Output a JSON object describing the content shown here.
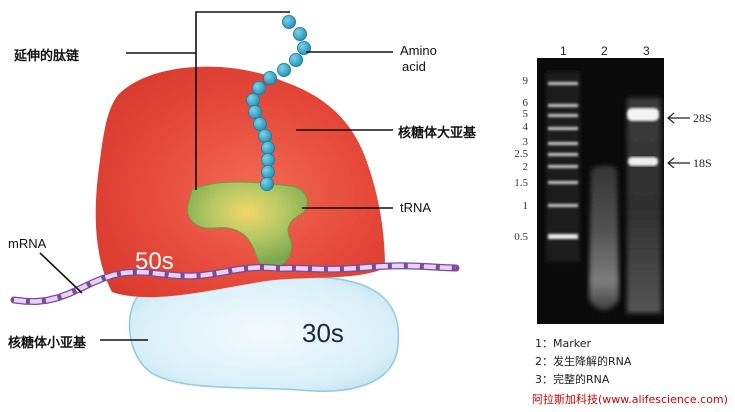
{
  "ribosome": {
    "label_peptide": "延伸的肽链",
    "label_amino_1": "Amino",
    "label_amino_2": "acid",
    "label_large_subunit": "核糖体大亚基",
    "label_trna": "tRNA",
    "label_mrna": "mRNA",
    "label_small_subunit": "核糖体小亚基",
    "label_50s": "50s",
    "label_30s": "30s",
    "colors": {
      "large_subunit": "#e8503a",
      "small_subunit": "#d9f0f7",
      "trna": "#8dbb57",
      "amino_acid": "#2aa7c9",
      "mrna": "#8a5aa8"
    }
  },
  "gel": {
    "lane_labels": [
      "1",
      "2",
      "3"
    ],
    "marker_labels": [
      "9",
      "6",
      "5",
      "4",
      "3",
      "2.5",
      "2",
      "1.5",
      "1",
      "0.5"
    ],
    "band_28s": "28S",
    "band_18s": "18S",
    "legend": [
      "1：Marker",
      "2：发生降解的RNA",
      "3：完整的RNA"
    ]
  },
  "watermark": "阿拉斯加科技(www.alifescience.com)"
}
